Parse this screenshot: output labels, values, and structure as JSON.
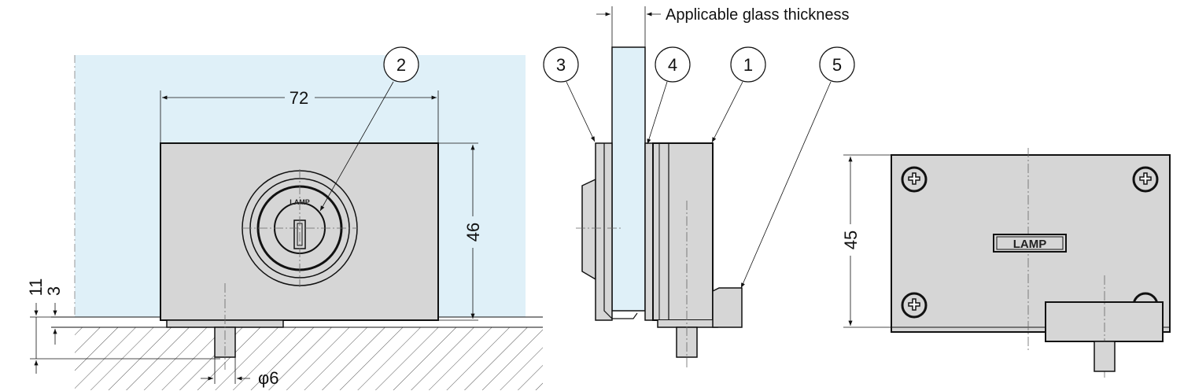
{
  "glass_label": "Applicable glass thickness",
  "callouts": [
    "1",
    "2",
    "3",
    "4",
    "5"
  ],
  "dimensions": {
    "width": "72",
    "height_front": "46",
    "height_rear": "45",
    "offset_11": "11",
    "offset_3": "3",
    "pin_dia": "φ6"
  },
  "brand": "LAMP",
  "colors": {
    "glass": "#dff0f8",
    "body": "#d6d6d6",
    "outline": "#111111"
  }
}
